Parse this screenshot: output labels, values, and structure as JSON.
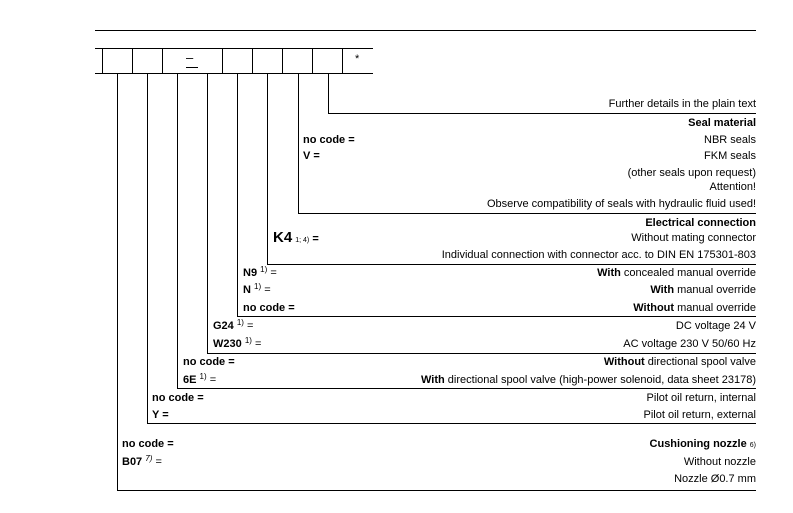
{
  "header": {
    "dash": "–",
    "asterisk": "*"
  },
  "plain_text": "Further details in the plain text",
  "seal": {
    "title": "Seal material",
    "no_code": "no code =",
    "nbr": "NBR seals",
    "v_code": "V =",
    "fkm": "FKM seals",
    "other": "(other seals upon request)",
    "attention": "Attention!",
    "observe": "Observe compatibility of seals with hydraulic fluid used!"
  },
  "electrical": {
    "title": "Electrical connection",
    "k4_code": "K4",
    "k4_sup": "1; 4)",
    "k4_eq": "=",
    "without_mating": "Without mating connector",
    "individual": "Individual connection with connector acc. to DIN EN 175301-803"
  },
  "override": {
    "n9_code": "N9",
    "n9_sup": "1)",
    "eq": "=",
    "with1": "With",
    "concealed": " concealed manual override",
    "n_code": "N",
    "n_sup": "1)",
    "with2": "With",
    "manual": " manual override",
    "no_code": "no code =",
    "without": "Without",
    "manual2": " manual override"
  },
  "voltage": {
    "g24_code": "G24",
    "g24_sup": "1)",
    "eq": "=",
    "dc": "DC voltage 24 V",
    "w230_code": "W230",
    "w230_sup": "1)",
    "ac": "AC voltage 230 V 50/60 Hz"
  },
  "spool": {
    "no_code": "no code =",
    "without": "Without",
    "without_text": " directional spool valve",
    "e6_code": "6E",
    "e6_sup": "1)",
    "eq": "=",
    "with": "With",
    "with_text": " directional spool valve (high-power solenoid, data sheet 23178)"
  },
  "pilot": {
    "no_code": "no code =",
    "internal": "Pilot oil return, internal",
    "y_code": "Y =",
    "external": "Pilot oil return, external"
  },
  "cushion": {
    "no_code": "no code =",
    "title": "Cushioning nozzle",
    "title_sup": "6)",
    "b07_code": "B07",
    "b07_sup": "7)",
    "eq": "=",
    "without": "Without nozzle",
    "nozzle": "Nozzle Ø0.7 mm"
  }
}
